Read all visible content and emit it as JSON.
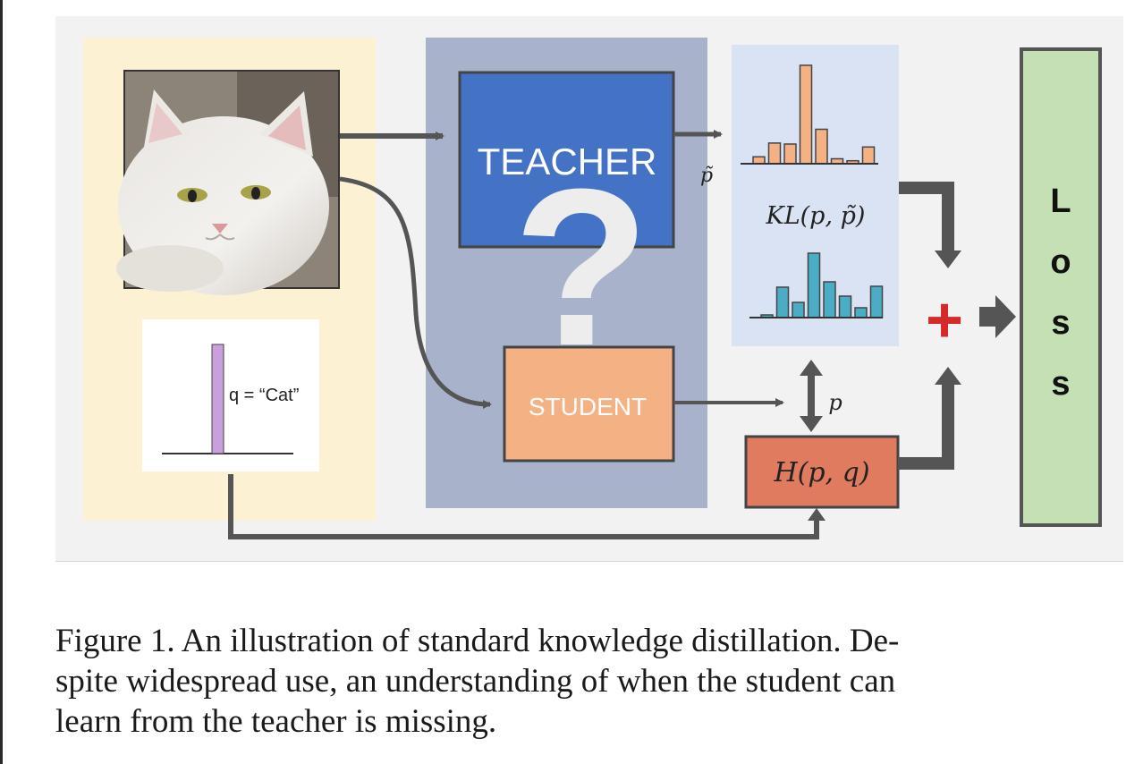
{
  "figure": {
    "teacher_label": "TEACHER",
    "student_label": "STUDENT",
    "p_tilde_label": "p̃",
    "p_label": "p",
    "kl_label": "KL(p, p̃)",
    "h_label": "H(p, q)",
    "q_label": "q = “Cat”",
    "question_mark": "?",
    "loss_letters": [
      "L",
      "o",
      "s",
      "s"
    ],
    "plus_symbol": "+",
    "teacher_hist_values": [
      0.07,
      0.21,
      0.2,
      1.0,
      0.35,
      0.05,
      0.03,
      0.17
    ],
    "student_hist_values": [
      0.03,
      0.34,
      0.17,
      0.72,
      0.4,
      0.24,
      0.11,
      0.35
    ],
    "colors": {
      "input_panel": "#fdf1d4",
      "model_panel": "#a9b2cb",
      "teacher_box": "#4472c4",
      "student_box": "#f4b183",
      "hist_panel": "#dae3f3",
      "teacher_bars": "#f4b183",
      "student_bars": "#4bacc6",
      "label_bar": "#c9a0dc",
      "h_box": "#e07b5f",
      "loss_box": "#c5e0b4",
      "arrows": "#555555",
      "plus": "#d42a2a"
    }
  },
  "caption": {
    "line1": "Figure 1. An illustration of standard knowledge distillation. De-",
    "line2": "spite widespread use, an understanding of when the student can",
    "line3": "learn from the teacher is missing."
  }
}
